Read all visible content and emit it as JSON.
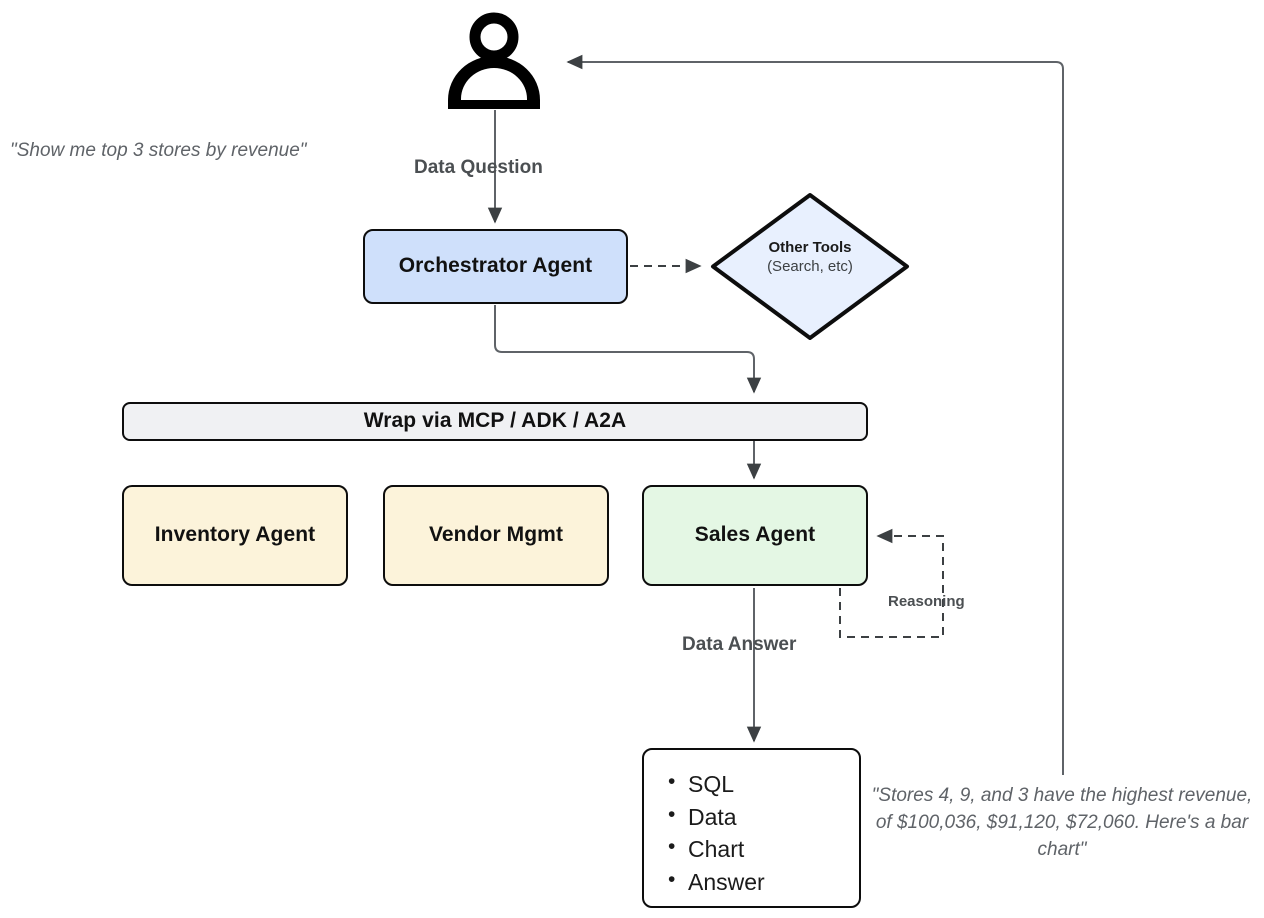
{
  "diagram": {
    "title": "Multi-agent data question orchestration flow",
    "nodes": {
      "user": {
        "icon": "person-icon"
      },
      "orchestrator": {
        "label": "Orchestrator Agent",
        "fill": "#cfe0fb"
      },
      "other_tools": {
        "label": "Other Tools",
        "sublabel": "(Search, etc)",
        "fill": "#e8f0fe"
      },
      "mcp_wrapper": {
        "label": "Wrap via MCP / ADK / A2A",
        "fill": "#f0f1f3"
      },
      "inventory_agent": {
        "label": "Inventory Agent",
        "fill": "#fcf3da"
      },
      "vendor_mgmt": {
        "label": "Vendor Mgmt",
        "fill": "#fcf3da"
      },
      "sales_agent": {
        "label": "Sales Agent",
        "fill": "#e4f7e4"
      },
      "output": {
        "items": [
          "SQL",
          "Data",
          "Chart",
          "Answer"
        ],
        "fill": "#ffffff"
      }
    },
    "edges": [
      {
        "from": "user",
        "to": "orchestrator",
        "label": "Data Question",
        "style": "solid"
      },
      {
        "from": "orchestrator",
        "to": "other_tools",
        "label": "",
        "style": "dashed"
      },
      {
        "from": "orchestrator",
        "to": "mcp_wrapper",
        "label": "",
        "style": "solid"
      },
      {
        "from": "mcp_wrapper",
        "to": "sales_agent",
        "label": "",
        "style": "solid"
      },
      {
        "from": "sales_agent",
        "to": "sales_agent",
        "label": "Reasoning",
        "style": "dashed"
      },
      {
        "from": "sales_agent",
        "to": "output",
        "label": "Data Answer",
        "style": "solid"
      },
      {
        "from": "output",
        "to": "user",
        "label": "",
        "style": "solid"
      }
    ],
    "labels": {
      "data_question": "Data Question",
      "data_answer": "Data Answer",
      "reasoning": "Reasoning"
    },
    "quotes": {
      "user_request": "\"Show me top 3 stores by revenue\"",
      "agent_answer": "\"Stores 4, 9, and 3 have the highest revenue, of $100,036, $91,120, $72,060. Here's a bar chart\""
    },
    "colors": {
      "stroke": "#0d0d0d",
      "connector": "#5f6368",
      "arrowhead": "#3c4043",
      "text_muted": "#5f6368"
    }
  }
}
